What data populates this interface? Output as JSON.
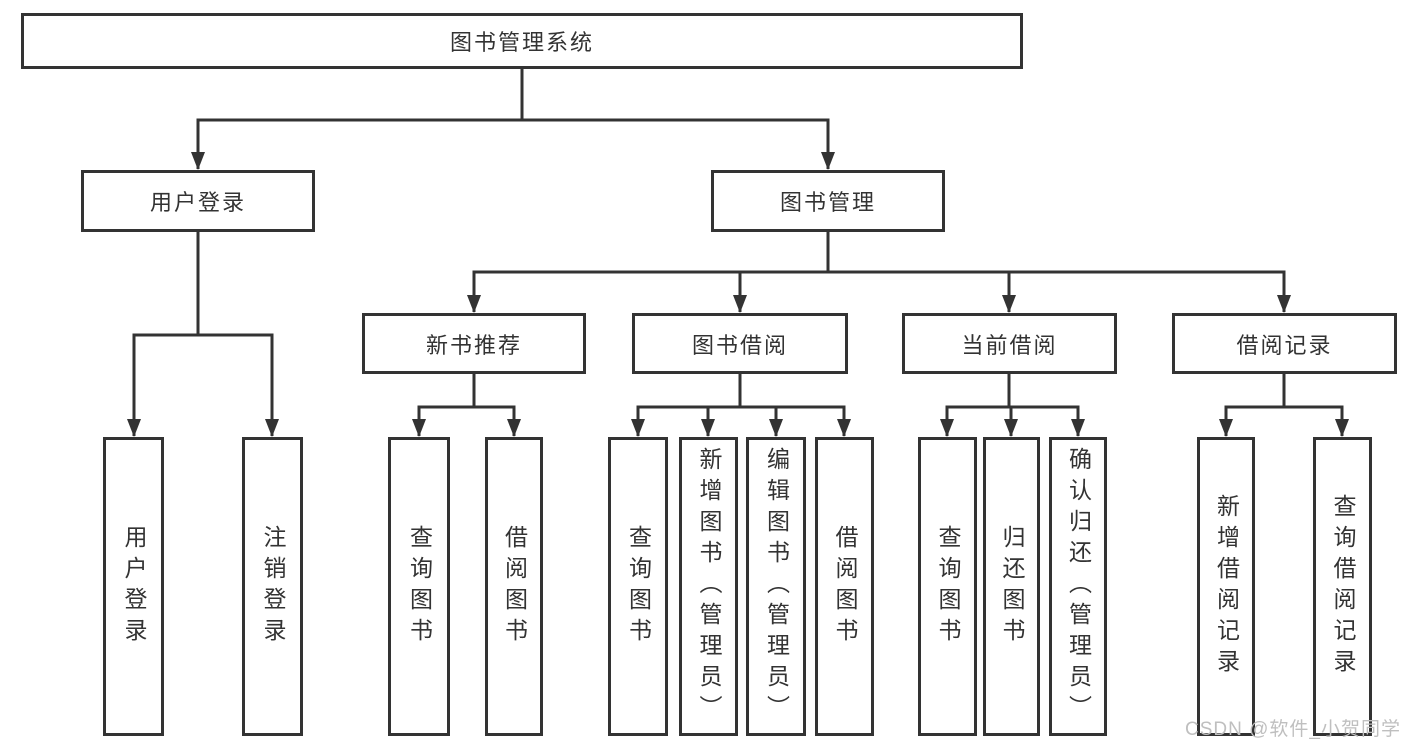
{
  "colors": {
    "line": "#333333",
    "box_border": "#333333",
    "text": "#333333",
    "background": "#ffffff",
    "watermark": "#bfbfbf"
  },
  "tree": {
    "label": "图书管理系统",
    "children": [
      {
        "label": "用户登录",
        "children": [
          {
            "label": "用户登录"
          },
          {
            "label": "注销登录"
          }
        ]
      },
      {
        "label": "图书管理",
        "children": [
          {
            "label": "新书推荐",
            "children": [
              {
                "label": "查询图书"
              },
              {
                "label": "借阅图书"
              }
            ]
          },
          {
            "label": "图书借阅",
            "children": [
              {
                "label": "查询图书"
              },
              {
                "label": "新增图书（管理员）"
              },
              {
                "label": "编辑图书（管理员）"
              },
              {
                "label": "借阅图书"
              }
            ]
          },
          {
            "label": "当前借阅",
            "children": [
              {
                "label": "查询图书"
              },
              {
                "label": "归还图书"
              },
              {
                "label": "确认归还（管理员）"
              }
            ]
          },
          {
            "label": "借阅记录",
            "children": [
              {
                "label": "新增借阅记录"
              },
              {
                "label": "查询借阅记录"
              }
            ]
          }
        ]
      }
    ]
  },
  "watermark": {
    "text": "CSDN @软件_小贺同学"
  }
}
